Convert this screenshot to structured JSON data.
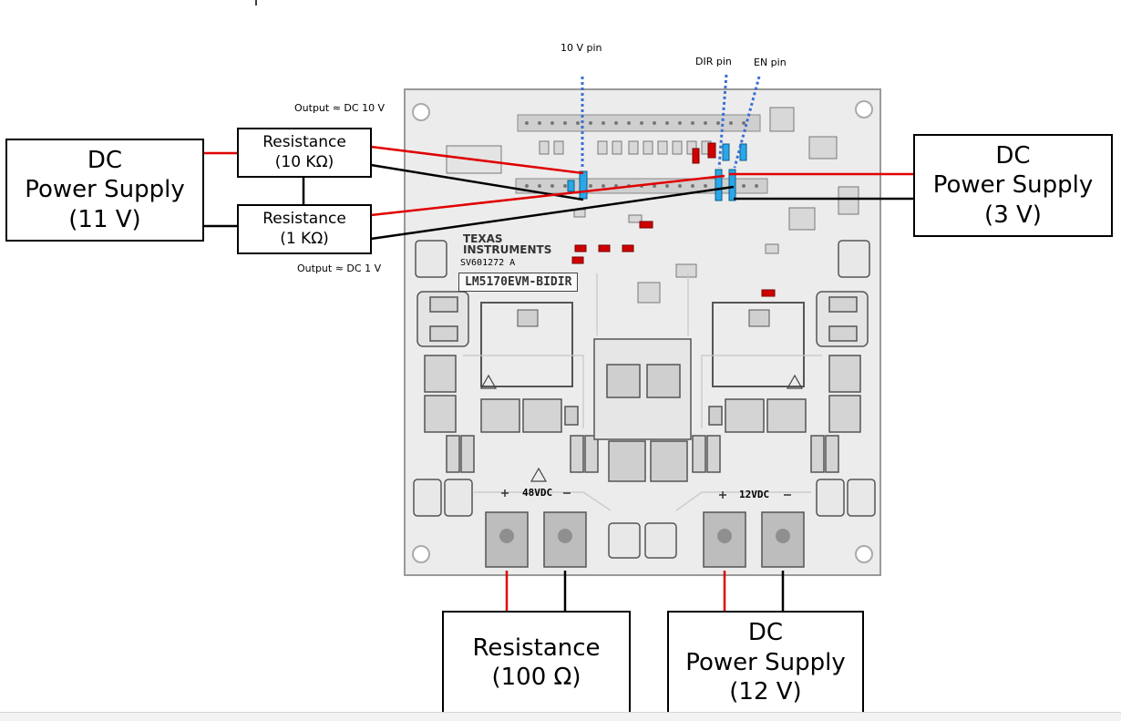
{
  "boxes": {
    "dc_left": {
      "line1": "DC",
      "line2": "Power Supply",
      "line3": "(11 V)"
    },
    "res_10k": {
      "line1": "Resistance",
      "line2": "(10 KΩ)"
    },
    "res_1k": {
      "line1": "Resistance",
      "line2": "(1 KΩ)"
    },
    "dc_right": {
      "line1": "DC",
      "line2": "Power Supply",
      "line3": "(3 V)"
    },
    "res_100": {
      "line1": "Resistance",
      "line2": "(100 Ω)"
    },
    "dc_bottom": {
      "line1": "DC",
      "line2": "Power Supply",
      "line3": "(12 V)"
    }
  },
  "labels": {
    "output_10v": "Output ≈ DC 10 V",
    "output_1v": "Output ≈ DC 1 V",
    "pin_10v": "10 V pin",
    "pin_dir": "DIR pin",
    "pin_en": "EN pin"
  },
  "board": {
    "model": "LM5170EVM-BIDIR",
    "pcb_id": "SV601272 A",
    "brand_line1": "TEXAS",
    "brand_line2": "INSTRUMENTS",
    "left_terminal": "48VDC",
    "right_terminal": "12VDC"
  },
  "colors": {
    "positive_wire": "#e00000",
    "negative_wire": "#000000",
    "pin_highlight": "#2aa7e8",
    "pointer": "#3b6fd6",
    "board": "#ededed"
  }
}
